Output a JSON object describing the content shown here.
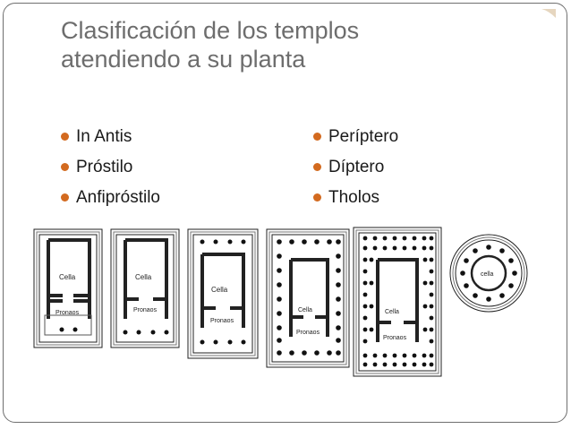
{
  "slide": {
    "title_lines": [
      "Clasificación de los templos",
      "atendiendo a su planta"
    ],
    "left_items": [
      "In Antis",
      "Próstilo",
      "Anfipróstilo"
    ],
    "right_items": [
      "Períptero",
      "Díptero",
      "Tholos"
    ],
    "accent_color": "#d36a1f"
  },
  "plans": {
    "labels": {
      "cella": "Cella",
      "pronaos": "Pronaos",
      "tholos_cella": "cella"
    }
  }
}
